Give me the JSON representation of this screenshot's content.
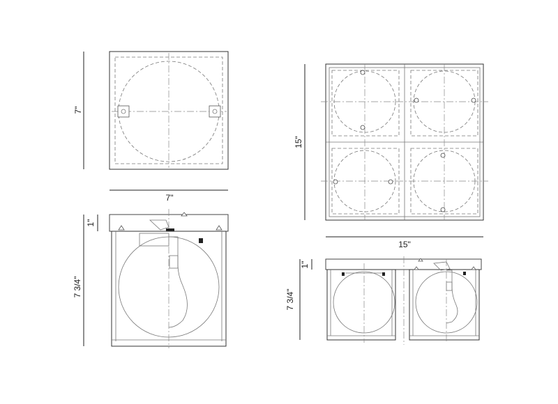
{
  "single_fixture": {
    "top_view": {
      "height_label": "7\"",
      "width_label": "7\""
    },
    "side_view": {
      "canopy_label": "1\"",
      "height_label": "7 3/4\""
    }
  },
  "double_fixture": {
    "top_view": {
      "height_label": "15\"",
      "width_label": "15\""
    },
    "side_view": {
      "canopy_label": "1\"",
      "height_label": "7 3/4\""
    }
  }
}
